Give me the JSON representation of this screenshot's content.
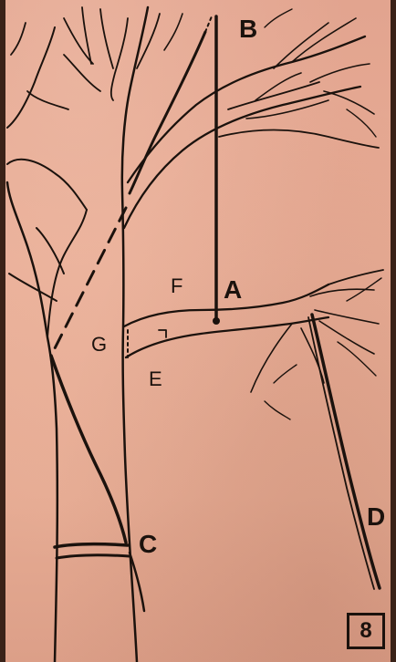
{
  "diagram": {
    "labels": {
      "A": "A",
      "B": "B",
      "C": "C",
      "D": "D",
      "E": "E",
      "F": "F",
      "G": "G"
    },
    "figure_number": "8"
  },
  "colors": {
    "background": "#e6ab93",
    "ink": "#1b120d"
  }
}
